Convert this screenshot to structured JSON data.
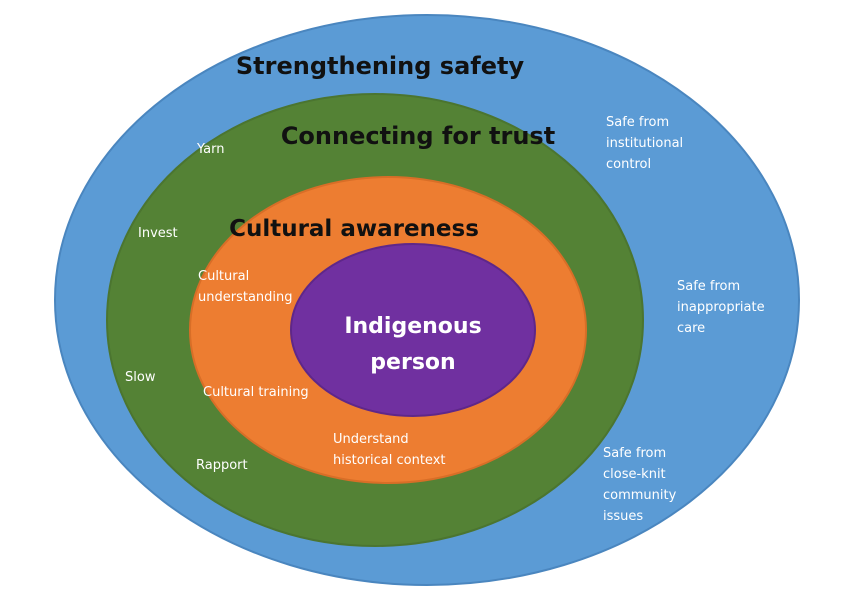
{
  "colors": {
    "outer_ring": "#5b9bd5",
    "outer_stroke": "#4a86bf",
    "middle_ring": "#548235",
    "middle_stroke": "#4b7530",
    "inner_ring": "#ed7d31",
    "inner_stroke": "#d86e27",
    "core": "#7030a0",
    "core_stroke": "#5f2789",
    "title_text": "#111111",
    "label_text": "#ffffff"
  },
  "rings": {
    "outer": {
      "title": "Strengthening safety",
      "labels": [
        [
          "Safe from",
          "institutional",
          "control"
        ],
        [
          "Safe from",
          "inappropriate",
          "care"
        ],
        [
          "Safe from",
          "close-knit",
          "community",
          "issues"
        ]
      ]
    },
    "middle": {
      "title": "Connecting for trust",
      "labels": [
        "Yarn",
        "Invest",
        "Slow",
        "Rapport"
      ]
    },
    "inner": {
      "title": "Cultural awareness",
      "labels": [
        [
          "Cultural",
          "understanding"
        ],
        [
          "Cultural training"
        ],
        [
          "Understand",
          "historical context"
        ]
      ]
    },
    "core": {
      "lines": [
        "Indigenous",
        "person"
      ]
    }
  }
}
